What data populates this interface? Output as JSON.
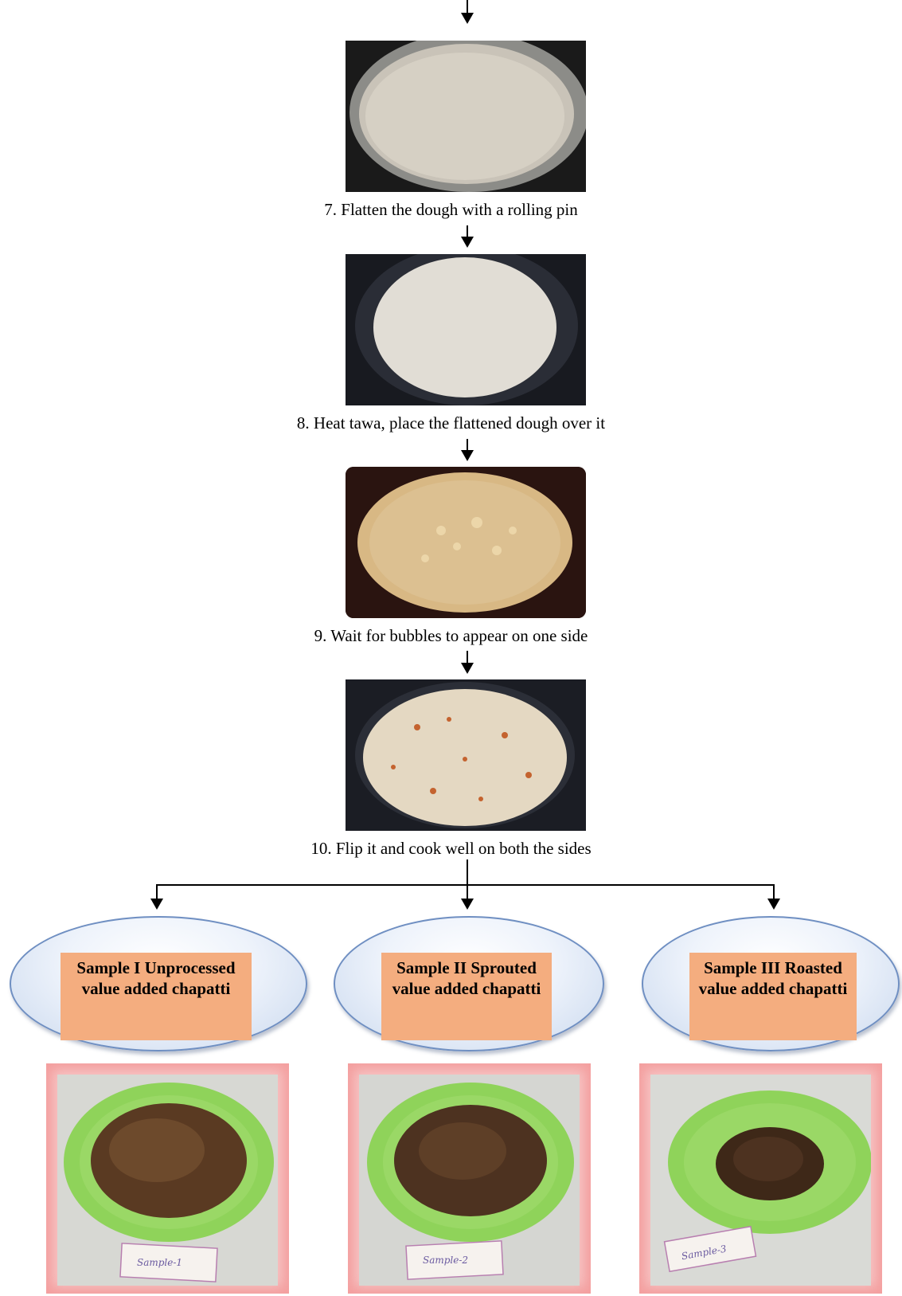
{
  "steps": [
    {
      "number": "7.",
      "text": "Flatten the dough with a rolling pin"
    },
    {
      "number": "8.",
      "text": "Heat tawa, place the flattened dough over it"
    },
    {
      "number": "9.",
      "text": "Wait for bubbles to appear on one side"
    },
    {
      "number": "10.",
      "text": "Flip it and cook well on both the sides"
    }
  ],
  "step_captions": [
    "7. Flatten the dough with a rolling pin",
    "8. Heat tawa, place the flattened dough over it",
    "9. Wait for bubbles to appear on one side",
    "10. Flip it and cook well on both the sides"
  ],
  "samples": [
    {
      "title": "Sample I Unprocessed value added chapatti",
      "plate_label": "Sample-1"
    },
    {
      "title": "Sample II Sprouted value added chapatti",
      "plate_label": "Sample-2"
    },
    {
      "title": "Sample III Roasted value added chapatti",
      "plate_label": "Sample-3"
    }
  ],
  "colors": {
    "label_fill": "#f4ad7f",
    "ellipse_border": "#6f8fc2",
    "frame_glow": "#f08282",
    "plate_green": "#8fd35a"
  }
}
